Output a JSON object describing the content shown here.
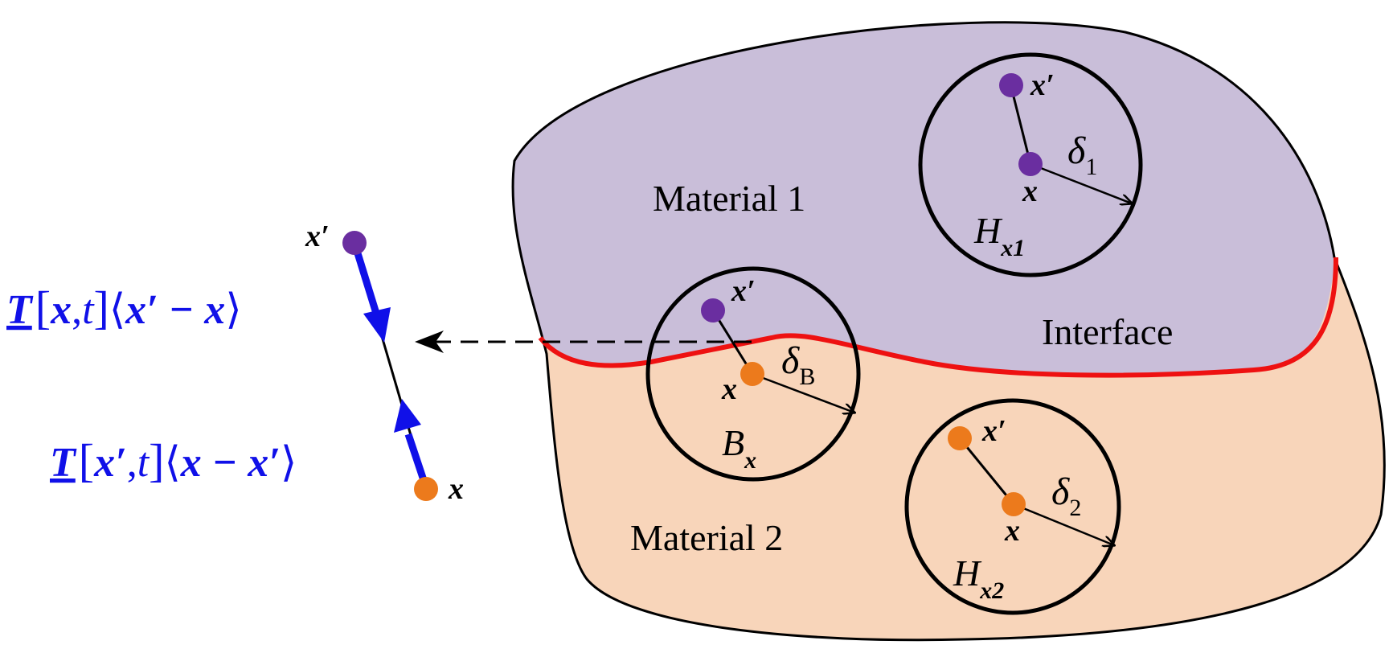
{
  "regions": {
    "material1": "Material 1",
    "material2": "Material 2",
    "interface": "Interface"
  },
  "colors": {
    "material1_fill": "#c9bed9",
    "material2_fill": "#f8d5ba",
    "interface_line": "#ee1111",
    "point_purple": "#6a2ea0",
    "point_orange": "#ec7a1c",
    "force_blue": "#1010e8"
  },
  "symbols": {
    "x": "x",
    "x_prime": "x′",
    "delta": "δ",
    "delta_sub_1": "1",
    "delta_sub_2": "2",
    "delta_sub_B": "B",
    "H": "H",
    "H_sub_1": "x1",
    "H_sub_2": "x2",
    "B": "B",
    "B_sub": "x"
  },
  "force_states": {
    "top": {
      "T": "T",
      "bracket": "[",
      "arg1": "x",
      "comma": ",",
      "arg2": "t",
      "close_bracket": "]",
      "langle": "⟨",
      "state": "x′ − x",
      "rangle": "⟩"
    },
    "bottom": {
      "T": "T",
      "bracket": "[",
      "arg1": "x′",
      "comma": ",",
      "arg2": "t",
      "close_bracket": "]",
      "langle": "⟨",
      "state": "x − x′",
      "rangle": "⟩"
    }
  }
}
